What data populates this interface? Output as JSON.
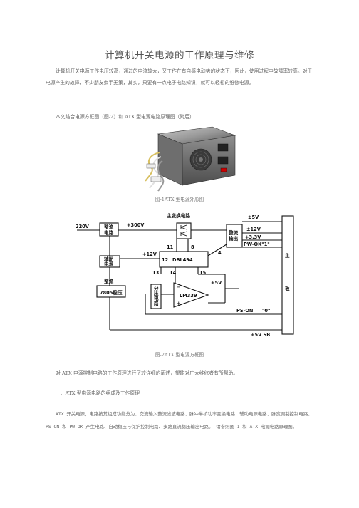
{
  "doc": {
    "title": "计算机开关电源的工作原理与维修",
    "intro_p1": "计算机开关电源工作电压较高，通过的电流较大，又工作在有自感电动势的状态下，因此，使用过程中故障率较高。对于电源产生的故障，不少朋友束手无策，其实，只要有一点电子电路知识，就可以轻松的维修电源。",
    "intro_p2": "本文结合电源方框图（图-2）和 ATX 型电源电路原理图（附后）",
    "fig1_caption": "图-1ATX 型电源外形图",
    "fig2_caption": "图-2ATX 型电源方框图",
    "after_fig2": "对 ATX 电源控制电路的工作原理进行了较详细的阐述，望能对广大维修者有所帮助。",
    "section1_heading": "一、ATX 型电源电路的组成及工作原理",
    "section1_p": "ATX 开关电源，电路按其组成功能分为：交流输入整流滤波电路、脉冲半桥功率变换电路、辅助电源电路、脉宽调制控制电路、PS-ON 和 PW-OK 产生电路、自动稳压与保护控制电路、多路直流稳压输出电路。 请参照图 1 和 ATX 电源电路原理图。"
  },
  "diagram": {
    "ac_in": "220V",
    "rect1_l1": "整流",
    "rect1_l2": "电路",
    "v300": "+300V",
    "main_conv": "主变换电路",
    "pin11": "11",
    "pin8": "8",
    "pin4": "4",
    "pin12": "12",
    "pin13": "13",
    "pin14": "14",
    "pin15": "15",
    "chip": "DBL494",
    "v12_aux": "+12V",
    "aux_l1": "辅助",
    "aux_l2": "电源",
    "rect_out_l1": "整流",
    "rect_out_l2": "输出",
    "out_5v": "±5V",
    "out_12v": "±12V",
    "out_33v": "+3.3V",
    "pwok": "PW-OK\"1\"",
    "mb_l1": "主",
    "mb_l2": "板",
    "div_l1": "分",
    "div_l2": "压",
    "div_l3": "电",
    "div_l4": "路",
    "comp": "LM339",
    "v5": "+5V",
    "reg_l1": "整流",
    "reg_l2": "7805稳压",
    "pson": "PS-ON",
    "pson_val": "\"0\"",
    "v5sb": "+5V SB",
    "minus": "−",
    "plus": "+"
  }
}
